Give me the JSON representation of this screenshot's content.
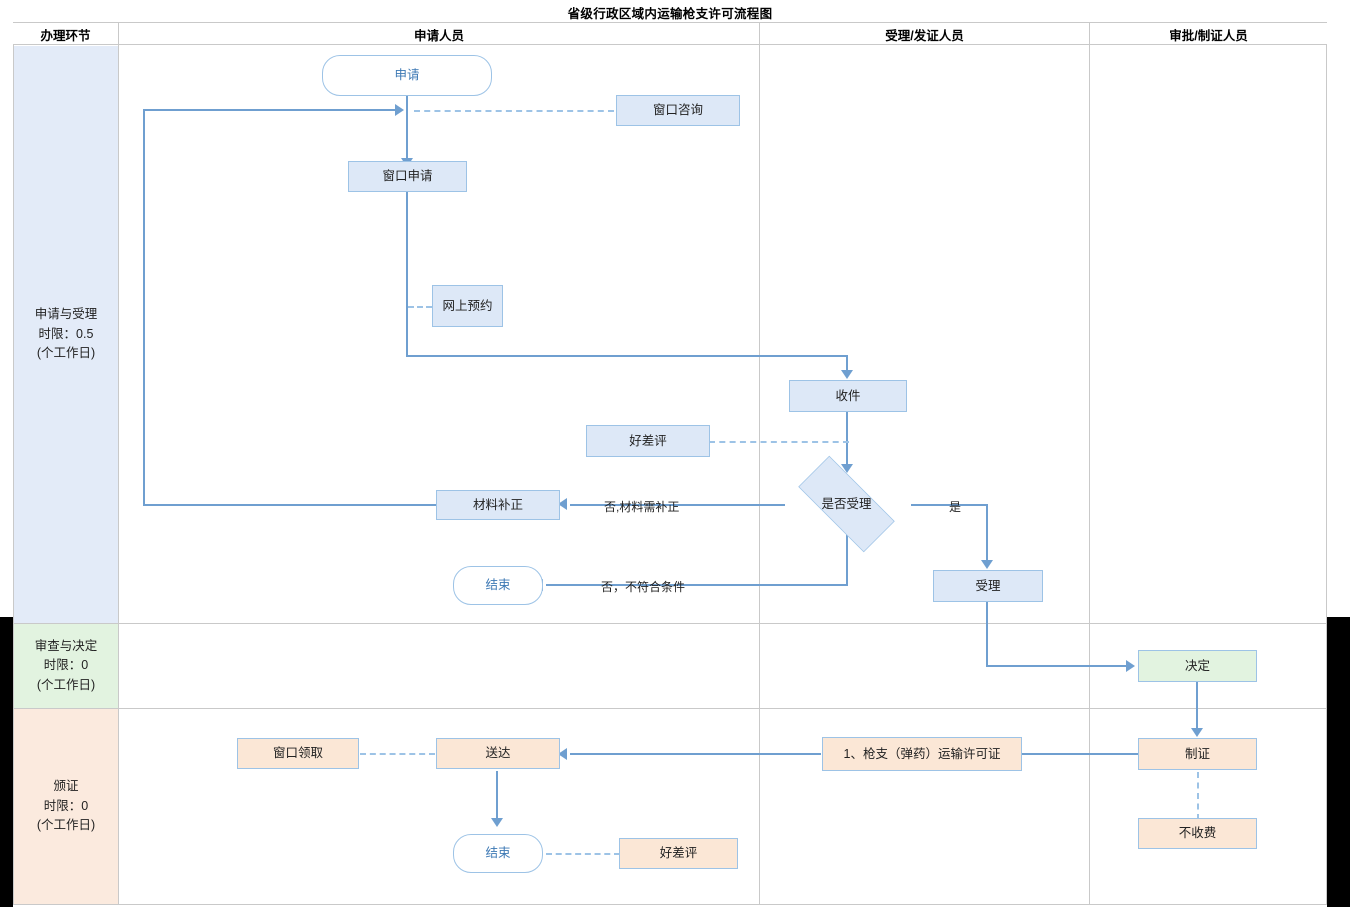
{
  "title": "省级行政区域内运输枪支许可流程图",
  "columns": [
    {
      "id": "stage",
      "label": "办理环节"
    },
    {
      "id": "applicant",
      "label": "申请人员"
    },
    {
      "id": "acceptor",
      "label": "受理/发证人员"
    },
    {
      "id": "approver",
      "label": "审批/制证人员"
    }
  ],
  "stages": [
    {
      "name": "申请与受理",
      "limit": "时限：0.5",
      "unit": "(个工作日)",
      "color": "#e3ebf8"
    },
    {
      "name": "审查与决定",
      "limit": "时限：0",
      "unit": "(个工作日)",
      "color": "#e2f3e0"
    },
    {
      "name": "颁证",
      "limit": "时限：0",
      "unit": "(个工作日)",
      "color": "#fbeade"
    }
  ],
  "nodes": {
    "apply": "申请",
    "window_consult": "窗口咨询",
    "window_apply": "窗口申请",
    "online_booking": "网上预约",
    "receive": "收件",
    "review_feedback_top": "好差评",
    "decision_accept": "是否受理",
    "material_fix": "材料补正",
    "end_top": "结束",
    "accept": "受理",
    "decide": "决定",
    "make_cert": "制证",
    "cert_item": "1、枪支（弹药）运输许可证",
    "deliver": "送达",
    "window_pickup": "窗口领取",
    "end_bottom": "结束",
    "review_feedback_bottom": "好差评",
    "no_fee": "不收费"
  },
  "edge_labels": {
    "no_need_fix": "否,材料需补正",
    "yes": "是",
    "no_not_qualified": "否，不符合条件"
  },
  "colors": {
    "node_blue": "#dde8f7",
    "node_green": "#e2f3e0",
    "node_peach": "#fbe7d6",
    "node_border": "#9dc3e6",
    "connector": "#6f9fd0",
    "terminator_text": "#3c78b4",
    "grid": "#c9c9c9"
  }
}
